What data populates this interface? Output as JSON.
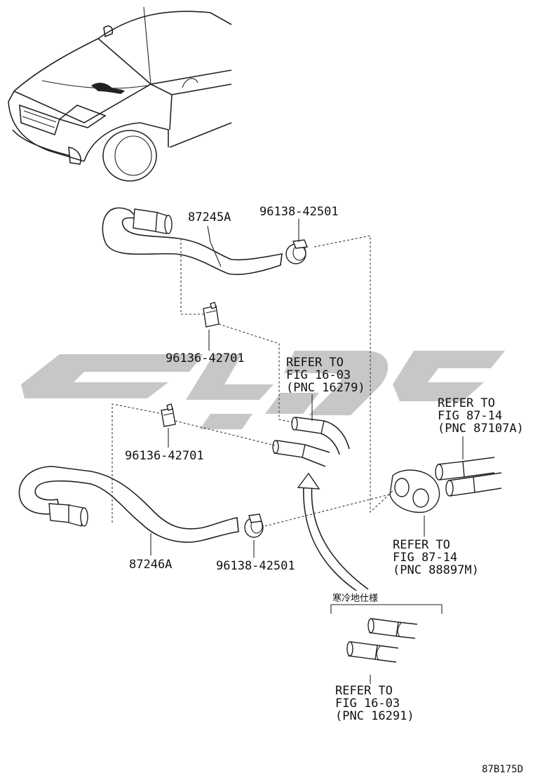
{
  "diagram": {
    "figure_code": "87B175D",
    "region_label": "寒冷地仕様",
    "parts": [
      {
        "id": "hose_upper",
        "number": "87245A"
      },
      {
        "id": "clamp_upper_right",
        "number": "96138-42501"
      },
      {
        "id": "clamp_upper_mid",
        "number": "96136-42701"
      },
      {
        "id": "clamp_lower_mid",
        "number": "96136-42701"
      },
      {
        "id": "hose_lower",
        "number": "87246A"
      },
      {
        "id": "clamp_lower_right",
        "number": "96138-42501"
      }
    ],
    "references": [
      {
        "id": "ref_16279",
        "line1": "REFER TO",
        "line2": "FIG 16-03",
        "line3": "(PNC 16279)"
      },
      {
        "id": "ref_87107",
        "line1": "REFER TO",
        "line2": "FIG 87-14",
        "line3": "(PNC 87107A)"
      },
      {
        "id": "ref_88897",
        "line1": "REFER TO",
        "line2": "FIG 87-14",
        "line3": "(PNC 88897M)"
      },
      {
        "id": "ref_16291",
        "line1": "REFER TO",
        "line2": "FIG 16-03",
        "line3": "(PNC 16291)"
      }
    ]
  }
}
